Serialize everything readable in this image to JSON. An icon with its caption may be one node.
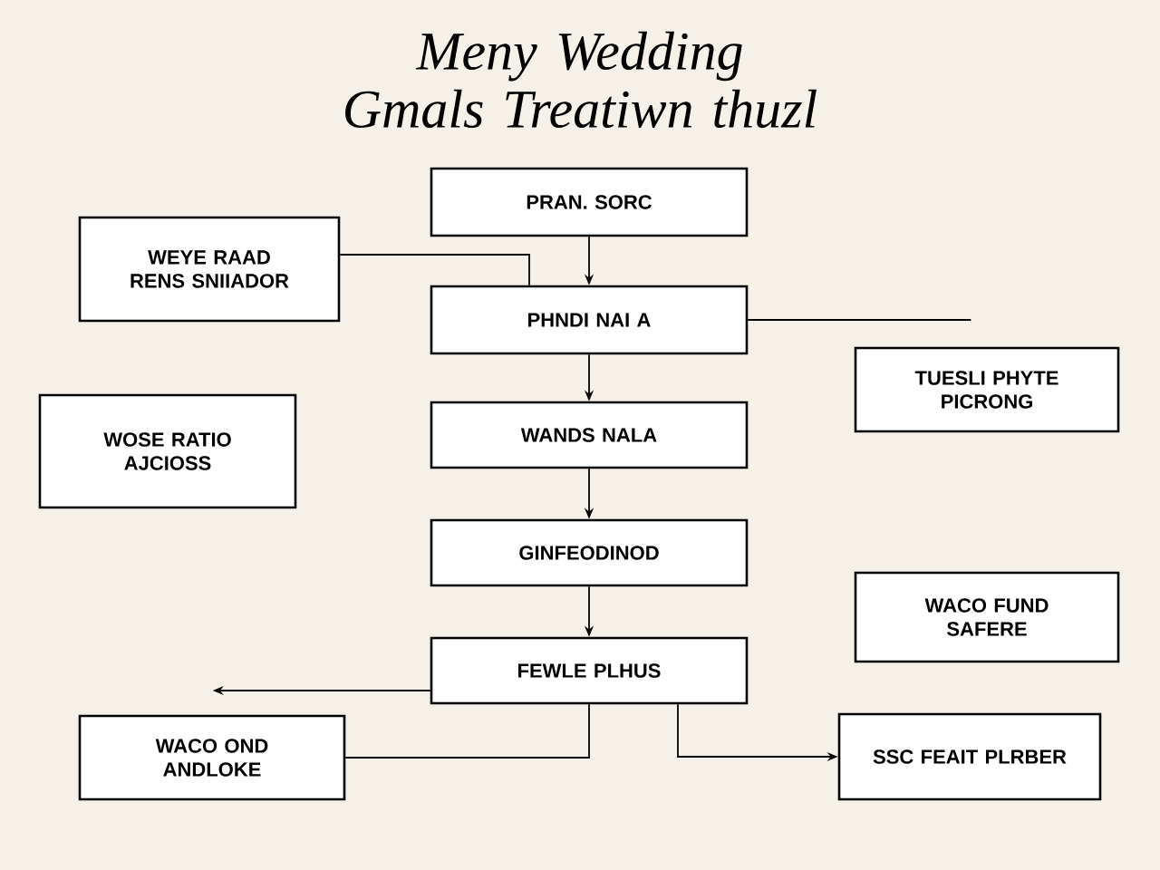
{
  "diagram": {
    "title": "Meny Wedding Gmals Treatiwn thuzl",
    "nodes": [
      {
        "text": [
          "PRAN. SORC"
        ]
      },
      {
        "text": [
          "WEYE RAAD RENS SNIIADOR"
        ]
      },
      {
        "text": [
          "PHNDI NAI A"
        ]
      },
      {
        "text": [
          "TUESLI PHYTE PICRONG"
        ]
      },
      {
        "text": [
          "WOSE RATIO AJCIOSS"
        ]
      },
      {
        "text": [
          "WANDS NALA"
        ]
      },
      {
        "text": [
          "GINFEODINOD"
        ]
      },
      {
        "text": [
          "WACO FUND SAFERE"
        ]
      },
      {
        "text": [
          "FEWLE PLHUS"
        ]
      },
      {
        "text": [
          "WACO OND ANDLOKE"
        ]
      },
      {
        "text": [
          "SSC FEAIT PLRBER"
        ]
      }
    ],
    "edges": [
      {
        "from": 0,
        "to": 2,
        "arrow": "to"
      },
      {
        "from": 1,
        "to": 2,
        "arrow": "none"
      },
      {
        "from": 2,
        "to": null,
        "arrow": "none"
      },
      {
        "from": 2,
        "to": 5,
        "arrow": "to"
      },
      {
        "from": 5,
        "to": 6,
        "arrow": "to"
      },
      {
        "from": 6,
        "to": 8,
        "arrow": "to"
      },
      {
        "from": 8,
        "to": null,
        "arrow": "to"
      },
      {
        "from": 8,
        "to": 9,
        "arrow": "none"
      },
      {
        "from": 8,
        "to": 10,
        "arrow": "to"
      }
    ]
  }
}
